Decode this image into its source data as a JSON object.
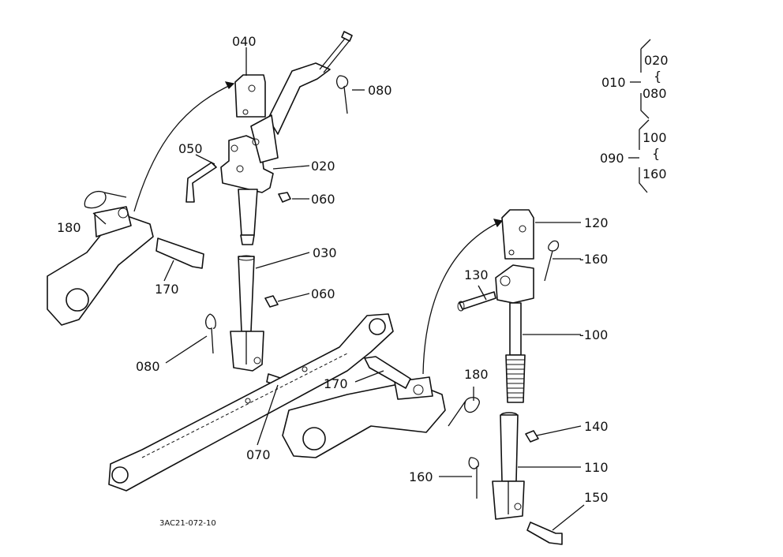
{
  "labels": {
    "p040": "040",
    "p080_top": "080",
    "p050": "050",
    "p020": "020",
    "p060_top": "060",
    "p180_left": "180",
    "p170_left": "170",
    "p030": "030",
    "p060_mid": "060",
    "p080_left": "080",
    "p070": "070",
    "p170_mid": "170",
    "p120": "120",
    "p160_right": "-160",
    "p130": "130",
    "p100": "-100",
    "p180_right": "180",
    "p140": "140",
    "p110": "110",
    "p160_left": "160",
    "p150": "150"
  },
  "legend": {
    "group1_parent": "010",
    "group1_start": "020",
    "group1_sep": "{",
    "group1_end": "080",
    "group2_parent": "090",
    "group2_start": "100",
    "group2_sep": "{",
    "group2_end": "160"
  },
  "drawing_code": "3AC21-072-10"
}
